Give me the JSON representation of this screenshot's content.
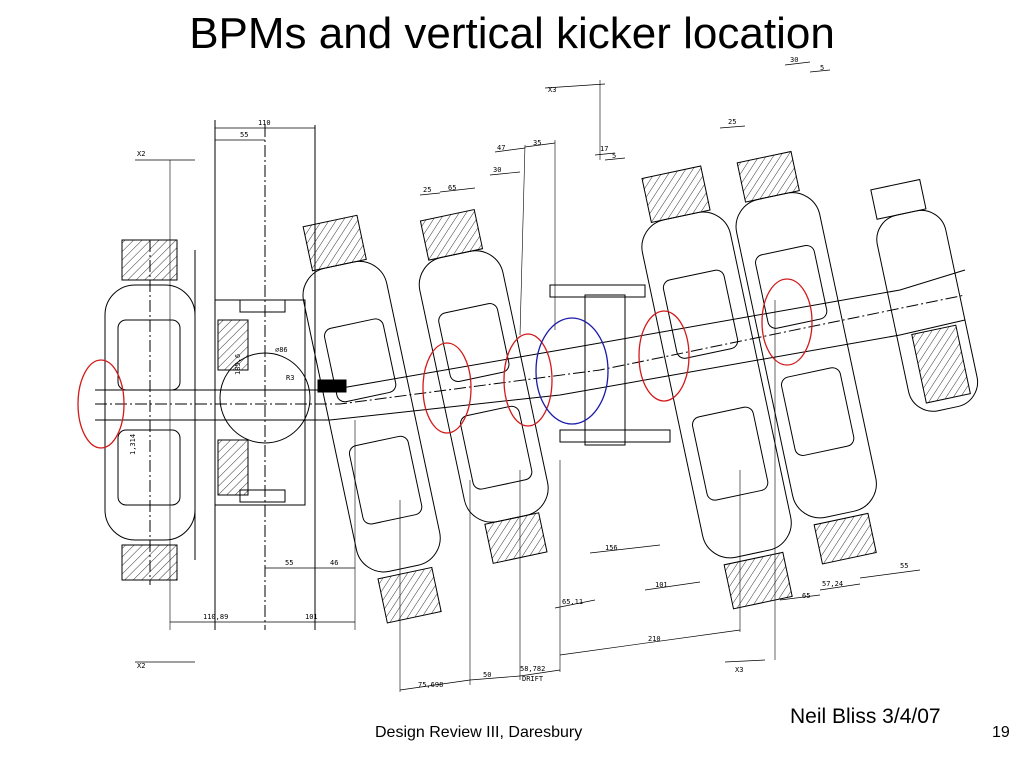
{
  "slide": {
    "title": "BPMs and vertical kicker location",
    "author": "Neil Bliss 3/4/07",
    "footer": "Design Review III, Daresbury",
    "page_number": "19"
  },
  "drawing": {
    "section_labels": [
      "X2",
      "X2",
      "X3",
      "X3"
    ],
    "dimensions": [
      "110",
      "55",
      "185,6",
      "⌀86",
      "R3",
      "1,314",
      "55",
      "46",
      "110,89",
      "101",
      "30",
      "5",
      "25",
      "17",
      "5",
      "47",
      "35",
      "30",
      "25",
      "65",
      "156",
      "101",
      "65",
      "57,24",
      "55",
      "65,11",
      "210",
      "75,698",
      "50",
      "58,782",
      "DRIFT"
    ],
    "highlight_colors": {
      "bpm": "#d11a1a",
      "kicker": "#1a1aaa"
    }
  }
}
